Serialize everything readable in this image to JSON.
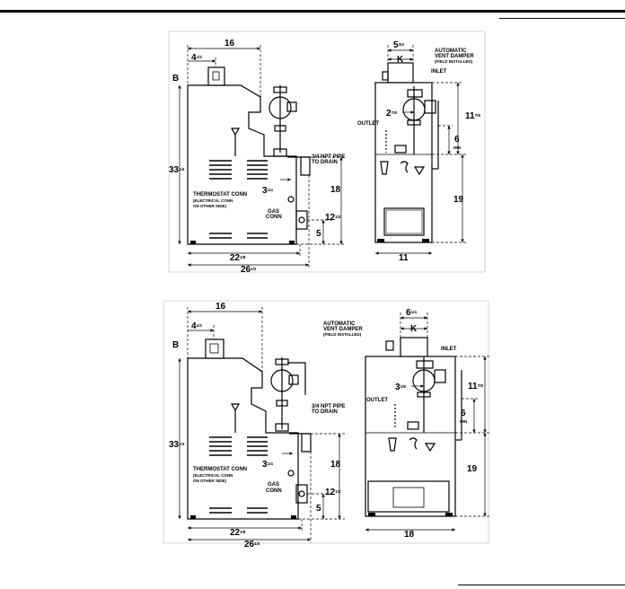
{
  "figure_top": {
    "side": {
      "dim_width": "16",
      "dim_offset_a": "4",
      "dim_offset_b": "1/2",
      "b_label": "B",
      "height_whole": "33",
      "height_frac": "1/4",
      "npt_line1": "3/4 NPT PIPE",
      "npt_line2": "TO DRAIN",
      "dim_34_whole": "3",
      "dim_34_frac": "1/4",
      "dim_18": "18",
      "thermo_line1": "THERMOSTAT CONN",
      "thermo_line2": "(ELECTRICAL CONN",
      "thermo_line3": "ON OTHER SIDE)",
      "gas_line1": "GAS",
      "gas_line2": "CONN",
      "dim_12_whole": "12",
      "dim_12_frac": "1/2",
      "dim_5": "5",
      "dim_22_whole": "22",
      "dim_22_frac": "1/8",
      "dim_26_whole": "26",
      "dim_26_frac": "1/2"
    },
    "front": {
      "dim_top_whole": "5",
      "dim_top_frac": "3/4",
      "k_label": "K",
      "damper_line1": "AUTOMATIC",
      "damper_line2": "VENT DAMPER",
      "damper_line3": "(FIELD INSTALLED)",
      "inlet": "INLET",
      "dim_27_whole": "2",
      "dim_27_frac": "7/8",
      "outlet": "OUTLET",
      "dim_117_whole": "11",
      "dim_117_frac": "7/8",
      "dim_6": "6",
      "min": "MIN",
      "dim_19": "19",
      "dim_width": "11"
    }
  },
  "figure_bottom": {
    "side": {
      "dim_width": "16",
      "dim_offset_a": "4",
      "dim_offset_b": "1/2",
      "b_label": "B",
      "height_whole": "33",
      "height_frac": "1/4",
      "npt_line1": "3/4 NPT PIPE",
      "npt_line2": "TO DRAIN",
      "dim_34_whole": "3",
      "dim_34_frac": "1/4",
      "dim_18": "18",
      "thermo_line1": "THERMOSTAT CONN",
      "thermo_line2": "(ELECTRICAL CONN",
      "thermo_line3": "ON OTHER SIDE)",
      "gas_line1": "GAS",
      "gas_line2": "CONN",
      "dim_12_whole": "12",
      "dim_12_frac": "1/2",
      "dim_5": "5",
      "dim_22_whole": "22",
      "dim_22_frac": "1/8",
      "dim_26_whole": "26",
      "dim_26_frac": "1/2"
    },
    "front": {
      "damper_line1": "AUTOMATIC",
      "damper_line2": "VENT DAMPER",
      "damper_line3": "(FIELD INSTALLED)",
      "dim_top_whole": "6",
      "dim_top_frac": "1/4",
      "k_label": "K",
      "inlet": "INLET",
      "dim_31_whole": "3",
      "dim_31_frac": "1/8",
      "outlet": "OUTLET",
      "dim_117_whole": "11",
      "dim_117_frac": "7/8",
      "dim_6": "6",
      "min": "MIN",
      "dim_19": "19",
      "dim_width": "18"
    }
  }
}
